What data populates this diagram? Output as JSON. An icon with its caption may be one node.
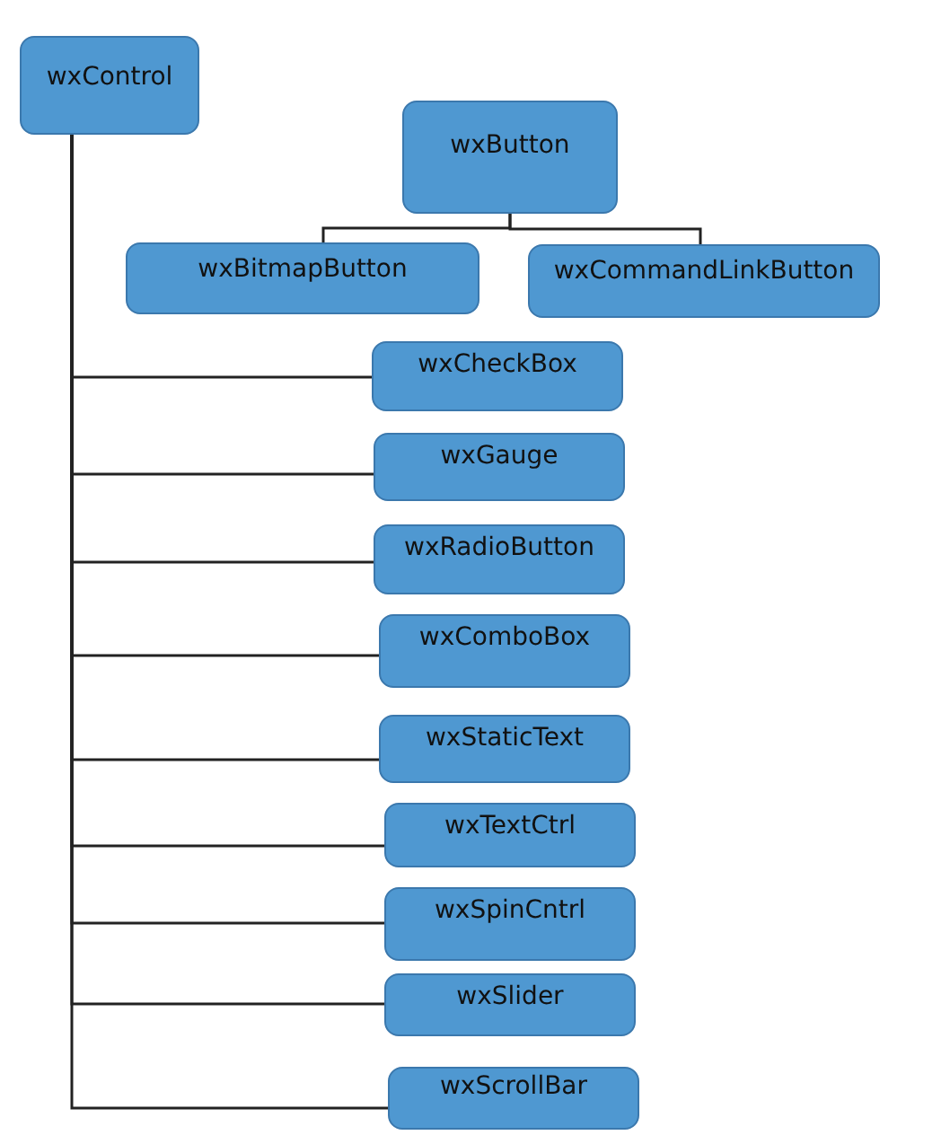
{
  "diagram": {
    "nodes": [
      {
        "text": [
          "wxControl"
        ]
      },
      {
        "text": [
          "wxButton"
        ]
      },
      {
        "text": [
          "wxBitmapButton"
        ]
      },
      {
        "text": [
          "wxCommandLinkButton"
        ]
      },
      {
        "text": [
          "wxCheckBox"
        ]
      },
      {
        "text": [
          "wxGauge"
        ]
      },
      {
        "text": [
          "wxRadioButton"
        ]
      },
      {
        "text": [
          "wxComboBox"
        ]
      },
      {
        "text": [
          "wxStaticText"
        ]
      },
      {
        "text": [
          "wxTextCtrl"
        ]
      },
      {
        "text": [
          "wxSpinCntrl"
        ]
      },
      {
        "text": [
          "wxSlider"
        ]
      },
      {
        "text": [
          "wxScrollBar"
        ]
      }
    ],
    "edges": [
      {
        "from": 1,
        "to": 2,
        "arrow": "none"
      },
      {
        "from": 1,
        "to": 3,
        "arrow": "none"
      },
      {
        "from": 0,
        "to": 4,
        "arrow": "none"
      },
      {
        "from": 0,
        "to": 5,
        "arrow": "none"
      },
      {
        "from": 0,
        "to": 6,
        "arrow": "none"
      },
      {
        "from": 0,
        "to": 7,
        "arrow": "none"
      },
      {
        "from": 0,
        "to": 8,
        "arrow": "none"
      },
      {
        "from": 0,
        "to": 9,
        "arrow": "none"
      },
      {
        "from": 0,
        "to": 10,
        "arrow": "none"
      },
      {
        "from": 0,
        "to": 11,
        "arrow": "none"
      },
      {
        "from": 0,
        "to": 12,
        "arrow": "none"
      }
    ]
  }
}
